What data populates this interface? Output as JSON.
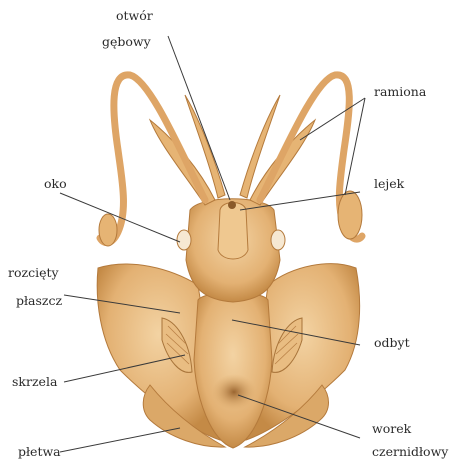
{
  "labels": {
    "mouth_line1": "otwór",
    "mouth_line2": "gębowy",
    "arms": "ramiona",
    "eye": "oko",
    "funnel": "lejek",
    "mantle_line1": "rozcięty",
    "mantle_line2": "płaszcz",
    "anus": "odbyt",
    "gills": "skrzela",
    "ink_line1": "worek",
    "ink_line2": "czernidłowy",
    "fin": "płetwa"
  },
  "colors": {
    "body": "#e7b87a",
    "body_dark": "#c48a46",
    "body_light": "#f3d3a3",
    "line": "#3a3a3a"
  }
}
